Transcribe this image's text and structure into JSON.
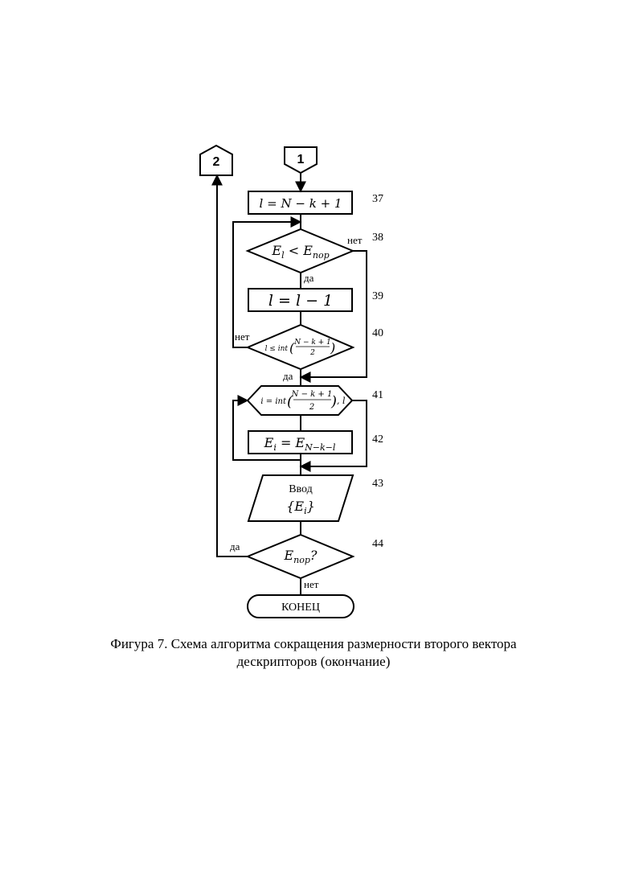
{
  "connectors": {
    "top_left": "2",
    "top_right": "1"
  },
  "blocks": {
    "b37": {
      "formula_lhs": "l",
      "formula_rhs": "= N − k + 1",
      "number": "37"
    },
    "b38": {
      "lhs": "E",
      "lhs_sub": "l",
      "op": "<",
      "rhs": "E",
      "rhs_sub": "nop",
      "number": "38",
      "no": "нет",
      "yes": "да"
    },
    "b39": {
      "formula": "l = l − 1",
      "number": "39"
    },
    "b40": {
      "left": "l ≤ int",
      "frac_num": "N − k + 1",
      "frac_den": "2",
      "number": "40",
      "no": "нет",
      "yes": "да"
    },
    "b41": {
      "left": "i = int",
      "frac_num": "N − k + 1",
      "frac_den": "2",
      "right": ", l",
      "number": "41"
    },
    "b42": {
      "lhs": "E",
      "lhs_sub": "i",
      "eq": "=",
      "rhs": "E",
      "rhs_sub": "N−k−l",
      "number": "42"
    },
    "b43": {
      "line1": "Ввод",
      "line2_open": "{",
      "line2_var": "E",
      "line2_sub": "i",
      "line2_close": "}",
      "number": "43"
    },
    "b44": {
      "var": "E",
      "sub": "nop",
      "q": "?",
      "number": "44",
      "yes": "да",
      "no": "нет"
    },
    "end": {
      "label": "КОНЕЦ"
    }
  },
  "caption": {
    "line1": "Фигура 7. Схема алгоритма сокращения размерности второго вектора",
    "line2": "дескрипторов (окончание)"
  },
  "colors": {
    "stroke": "#000000",
    "background": "#ffffff"
  }
}
